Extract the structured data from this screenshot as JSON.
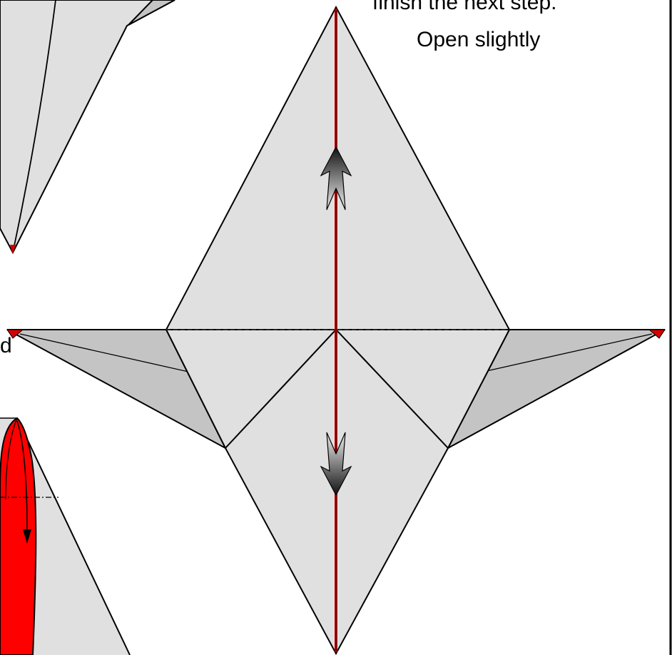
{
  "instructions": {
    "line_1": "finish the next step.",
    "line_2": "Open slightly",
    "cut_letter": "d"
  },
  "colors": {
    "paper_light": "#e0e0e0",
    "paper_dark": "#c4c4c4",
    "crease_red": "#d40000",
    "outline": "#000000",
    "flap_red": "#ff0000"
  }
}
